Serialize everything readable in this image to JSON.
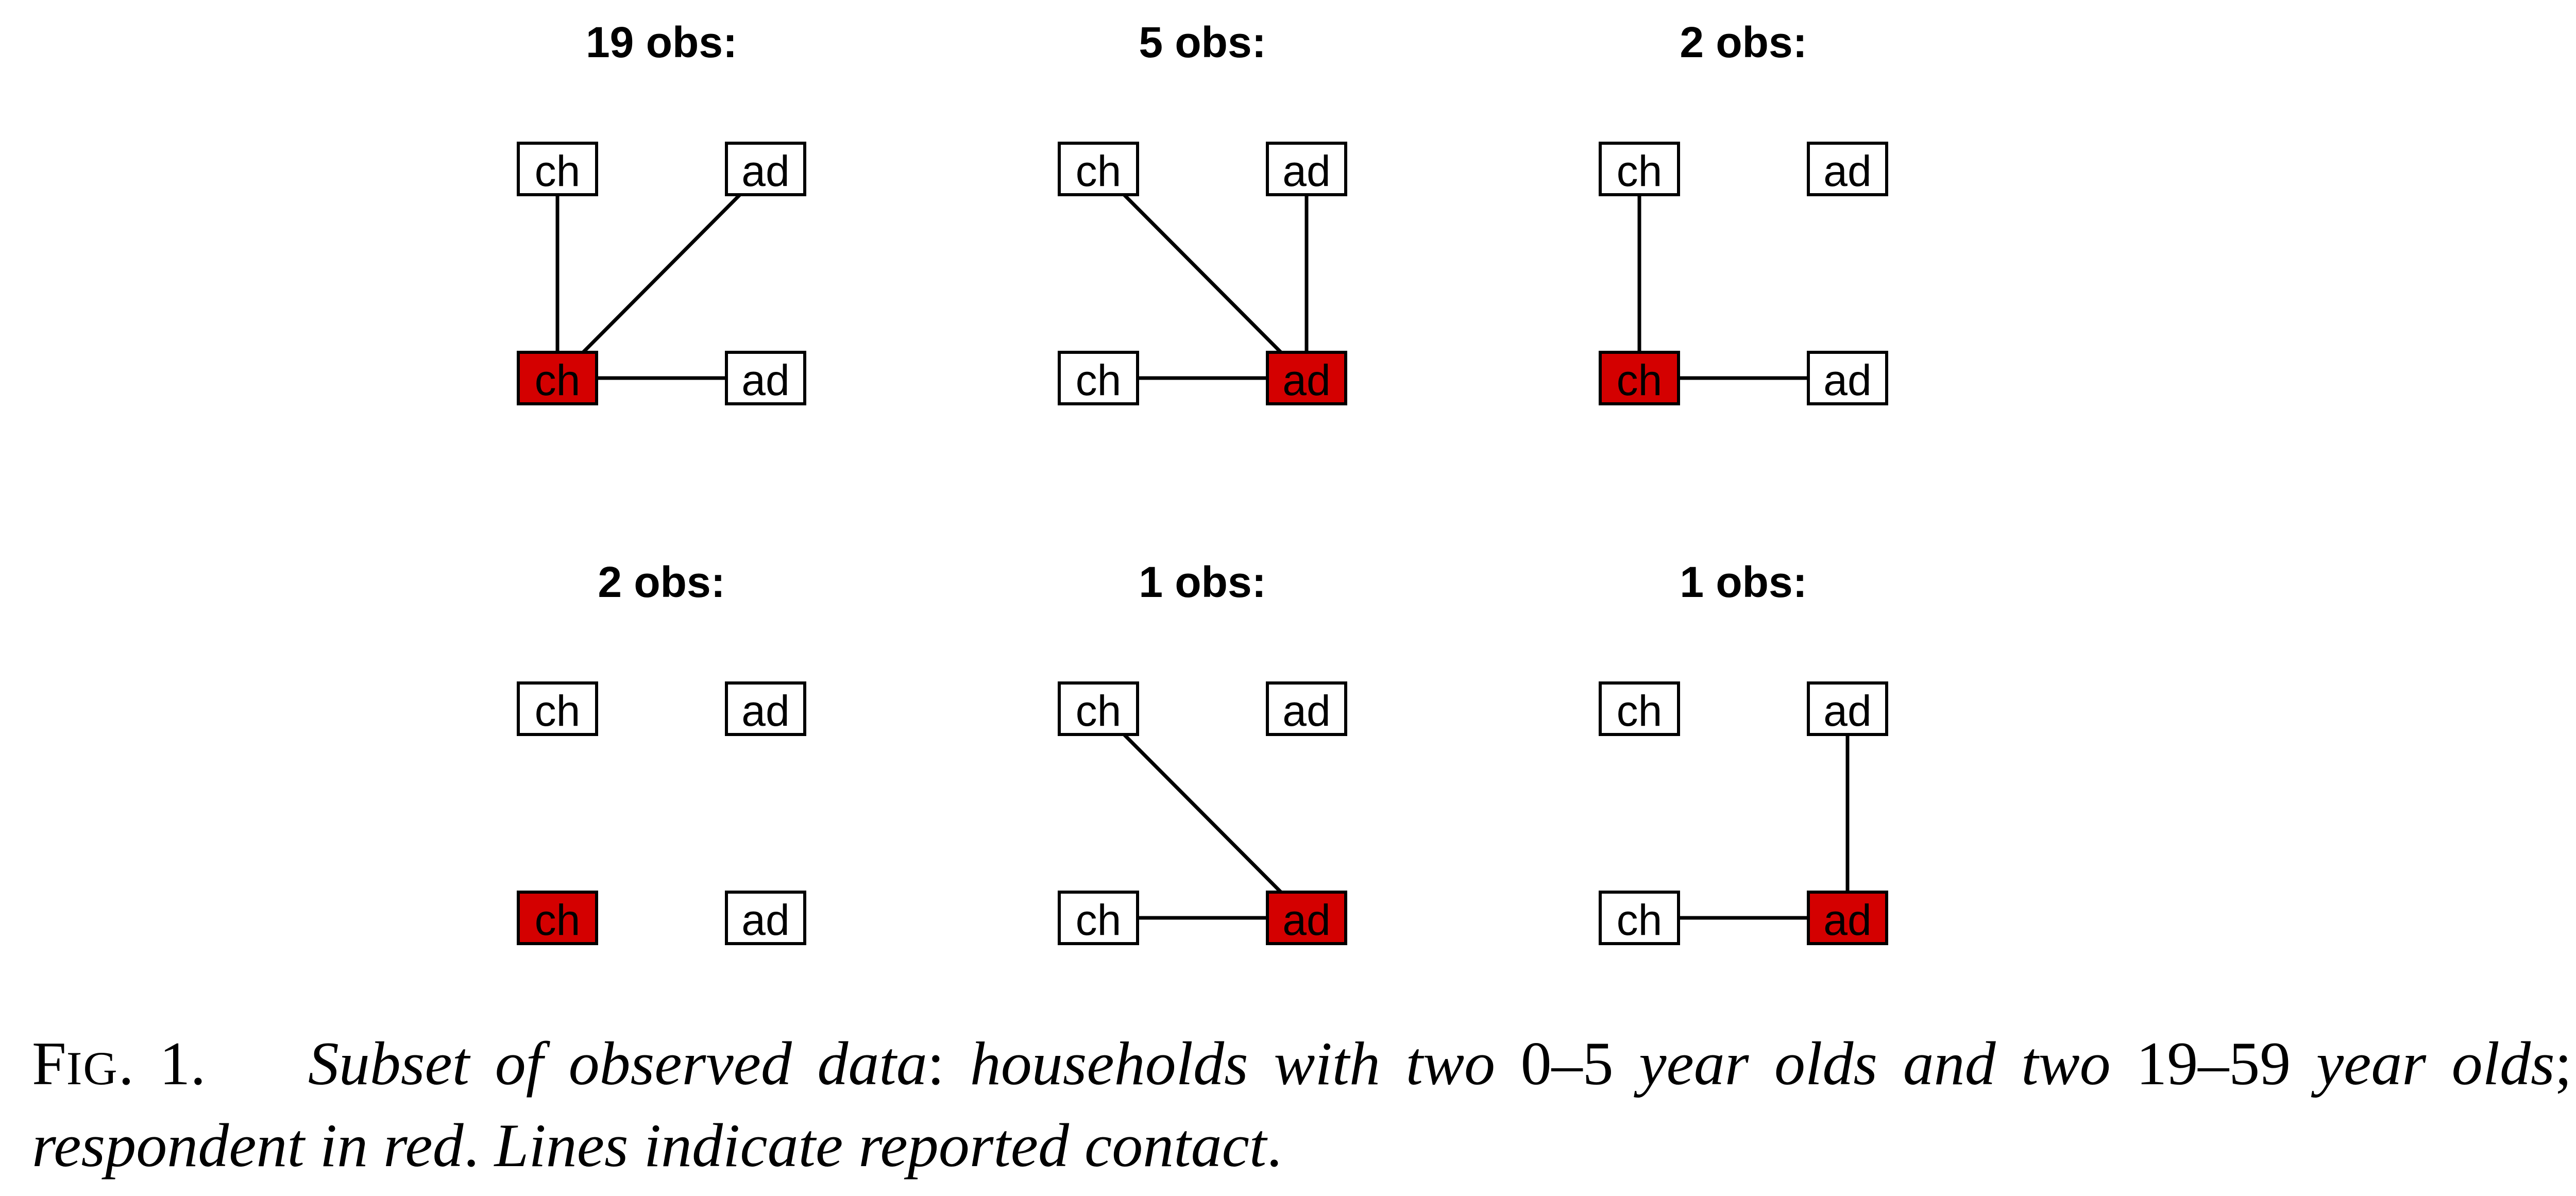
{
  "colors": {
    "respondent_fill": "#d40000",
    "node_fill": "#ffffff",
    "stroke": "#000000"
  },
  "panels": [
    {
      "title": "19  obs:",
      "nodes": {
        "tl": "ch",
        "tr": "ad",
        "bl": "ch",
        "br": "ad"
      },
      "respondent": "bl",
      "edges": [
        [
          "tl",
          "bl"
        ],
        [
          "tr",
          "bl"
        ],
        [
          "bl",
          "br"
        ]
      ]
    },
    {
      "title": "5  obs:",
      "nodes": {
        "tl": "ch",
        "tr": "ad",
        "bl": "ch",
        "br": "ad"
      },
      "respondent": "br",
      "edges": [
        [
          "tl",
          "br"
        ],
        [
          "tr",
          "br"
        ],
        [
          "bl",
          "br"
        ]
      ]
    },
    {
      "title": "2  obs:",
      "nodes": {
        "tl": "ch",
        "tr": "ad",
        "bl": "ch",
        "br": "ad"
      },
      "respondent": "bl",
      "edges": [
        [
          "tl",
          "bl"
        ],
        [
          "bl",
          "br"
        ]
      ]
    },
    {
      "title": "2  obs:",
      "nodes": {
        "tl": "ch",
        "tr": "ad",
        "bl": "ch",
        "br": "ad"
      },
      "respondent": "bl",
      "edges": []
    },
    {
      "title": "1  obs:",
      "nodes": {
        "tl": "ch",
        "tr": "ad",
        "bl": "ch",
        "br": "ad"
      },
      "respondent": "br",
      "edges": [
        [
          "tl",
          "br"
        ],
        [
          "bl",
          "br"
        ]
      ]
    },
    {
      "title": "1  obs:",
      "nodes": {
        "tl": "ch",
        "tr": "ad",
        "bl": "ch",
        "br": "ad"
      },
      "respondent": "br",
      "edges": [
        [
          "tr",
          "br"
        ],
        [
          "bl",
          "br"
        ]
      ]
    }
  ],
  "caption": {
    "fig_first": "F",
    "fig_rest": "IG",
    "fig_num": ". 1.",
    "part1": "Subset of observed data",
    "colon1": ":",
    "part2": " households with two ",
    "range1": "0–5",
    "part3": " year olds and two ",
    "range2": "19–59",
    "part4": " year olds",
    "semicolon": ";",
    "part5": " respondent in red",
    "period1": ".",
    "part6": " Lines indicate reported contact",
    "period2": "."
  }
}
